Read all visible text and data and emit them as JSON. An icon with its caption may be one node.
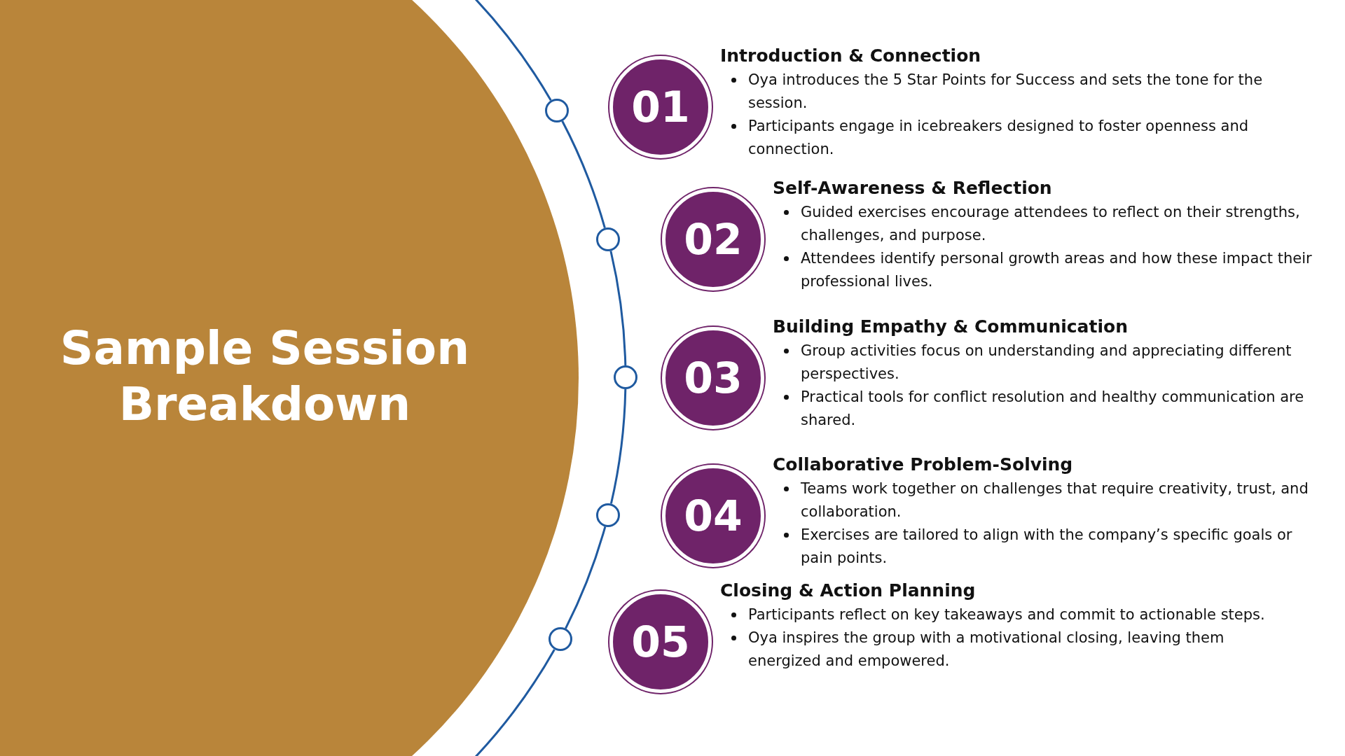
{
  "diagram": {
    "title": "Sample Session Breakdown",
    "nodes": [
      {
        "text": [],
        "shape": "circle"
      },
      {
        "text": [
          "01"
        ],
        "beside": [
          "Introduction & Connection",
          "Oya introduces the 5 Star Points for Success and sets the tone for the session.",
          "Participants engage in icebreakers designed to foster openness and connection."
        ]
      },
      {
        "text": [],
        "shape": "circle"
      },
      {
        "text": [
          "02"
        ],
        "beside": [
          "Self-Awareness & Reflection",
          "Guided exercises encourage attendees to reflect on their strengths, challenges, and purpose.",
          "Attendees identify personal growth areas and how these impact their professional lives."
        ]
      },
      {
        "text": [],
        "shape": "circle"
      },
      {
        "text": [
          "03"
        ],
        "beside": [
          "Building Empathy & Communication",
          "Group activities focus on understanding and appreciating different perspectives.",
          "Practical tools for conflict resolution and healthy communication are shared."
        ]
      },
      {
        "text": [],
        "shape": "circle"
      },
      {
        "text": [
          "04"
        ],
        "beside": [
          "Collaborative Problem-Solving",
          "Teams work together on challenges that require creativity, trust, and collaboration.",
          "Exercises are tailored to align with the company’s specific goals or pain points."
        ]
      },
      {
        "text": [],
        "shape": "circle"
      },
      {
        "text": [
          "05"
        ],
        "beside": [
          "Closing & Action Planning",
          "Participants reflect on key takeaways and commit to actionable steps.",
          "Oya inspires the group with a motivational closing, leaving them energized and empowered."
        ]
      }
    ],
    "edges": [
      {
        "from": 0,
        "to": 2,
        "arrow": "none"
      },
      {
        "from": 2,
        "to": 4,
        "arrow": "none"
      },
      {
        "from": 4,
        "to": 6,
        "arrow": "none"
      },
      {
        "from": 6,
        "to": 8,
        "arrow": "none"
      }
    ]
  }
}
